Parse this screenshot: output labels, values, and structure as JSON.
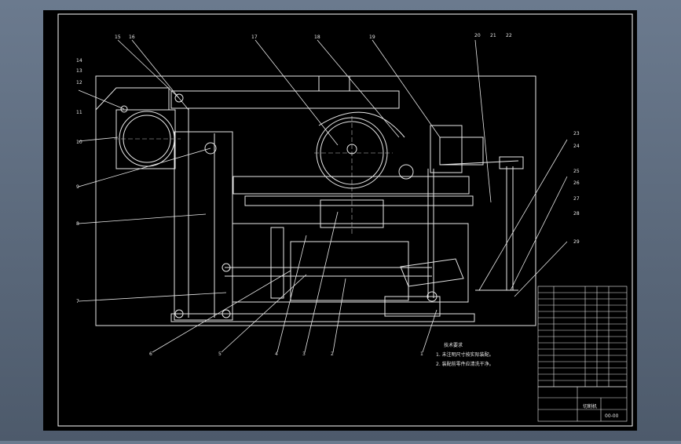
{
  "colors": {
    "background": "#000000",
    "frame": "#ffffff",
    "line": "#e8e8e8",
    "dim": "#bfbfbf",
    "outer": "#5f6d80"
  },
  "callouts_top": [
    "15",
    "16",
    "17",
    "18",
    "19",
    "20",
    "21",
    "22"
  ],
  "callouts_left": [
    "14",
    "13",
    "12",
    "11",
    "10",
    "9",
    "8",
    "7"
  ],
  "callouts_bottom": [
    "6",
    "5",
    "4",
    "3",
    "2",
    "1"
  ],
  "callouts_right": [
    "23",
    "24",
    "25",
    "26",
    "27",
    "28",
    "29"
  ],
  "notes": {
    "title": "技术要求",
    "line1": "1. 未注明尺寸按实际装配。",
    "line2": "2. 装配前零件应清洗干净。"
  },
  "title_block": {
    "name": "切割机",
    "code": "00-00"
  }
}
